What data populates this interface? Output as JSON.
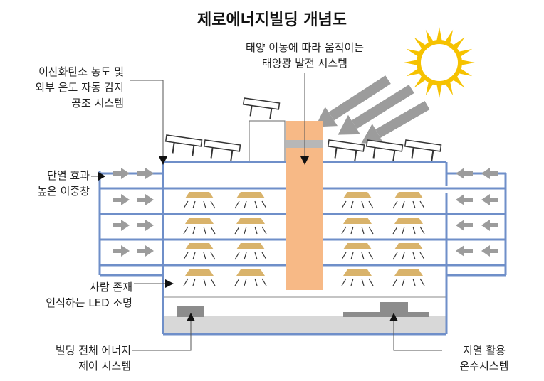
{
  "title": "제로에너지빌딩 개념도",
  "labels": {
    "co2_line1": "이산화탄소 농도 및",
    "co2_line2": "외부 온도 자동 감지",
    "co2_line3": "공조 시스템",
    "solar_line1": "태양 이동에 따라 움직이는",
    "solar_line2": "태양광 발전 시스템",
    "window_line1": "단열 효과",
    "window_line2": "높은 이중창",
    "led_line1": "사람 존재",
    "led_line2": "인식하는 LED 조명",
    "bems_line1": "빌딩 전체 에너지",
    "bems_line2": "제어 시스템",
    "geo_line1": "지열 활용",
    "geo_line2": "온수시스템"
  },
  "colors": {
    "floor_line": "#6f8fc9",
    "core": "#f7b986",
    "core_band": "#b7b7b7",
    "arrow_grey": "#9c9c9c",
    "lamp": "#d9b36b",
    "sun": "#f6c200",
    "equipment": "#8c8c8c",
    "basement": "#d8d8d8"
  },
  "icons": [
    "sun-icon",
    "solar-panel-icon",
    "light-beam-arrow-icon",
    "airflow-arrow-icon",
    "led-lamp-icon",
    "equipment-icon"
  ]
}
